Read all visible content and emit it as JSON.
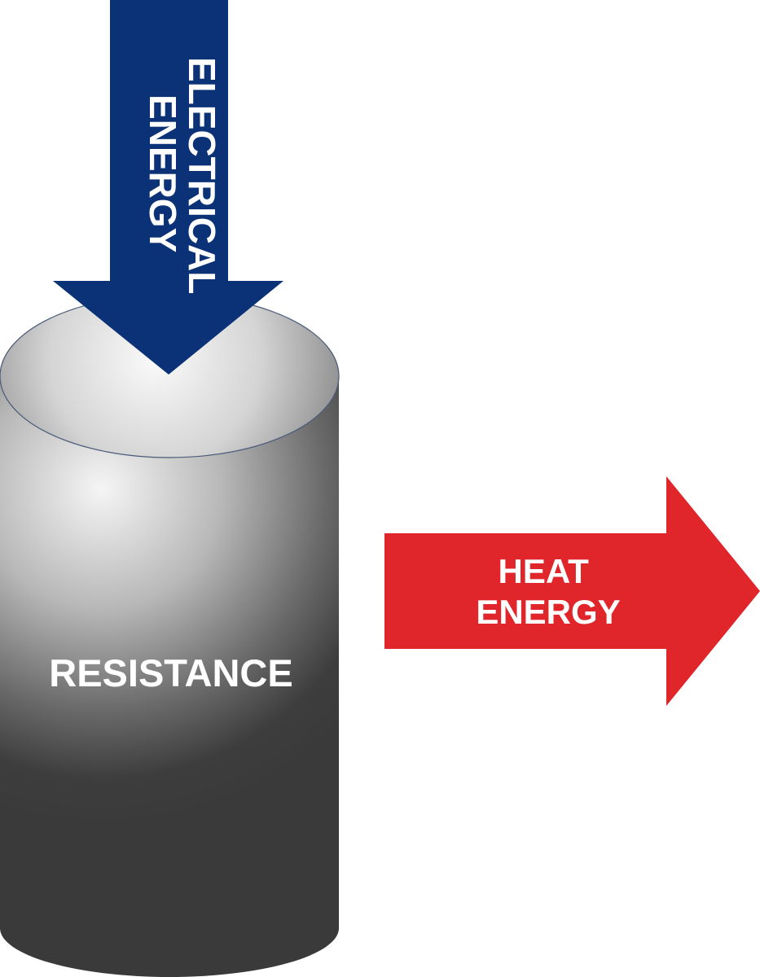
{
  "input_arrow": {
    "line1": "ELECTRICAL",
    "line2": "ENERGY",
    "color": "#0B3277"
  },
  "cylinder": {
    "label": "RESISTANCE",
    "color_light": "#F5F5F5",
    "color_dark": "#3D3D3D"
  },
  "output_arrow": {
    "line1": "HEAT",
    "line2": "ENERGY",
    "color": "#E0262B"
  }
}
